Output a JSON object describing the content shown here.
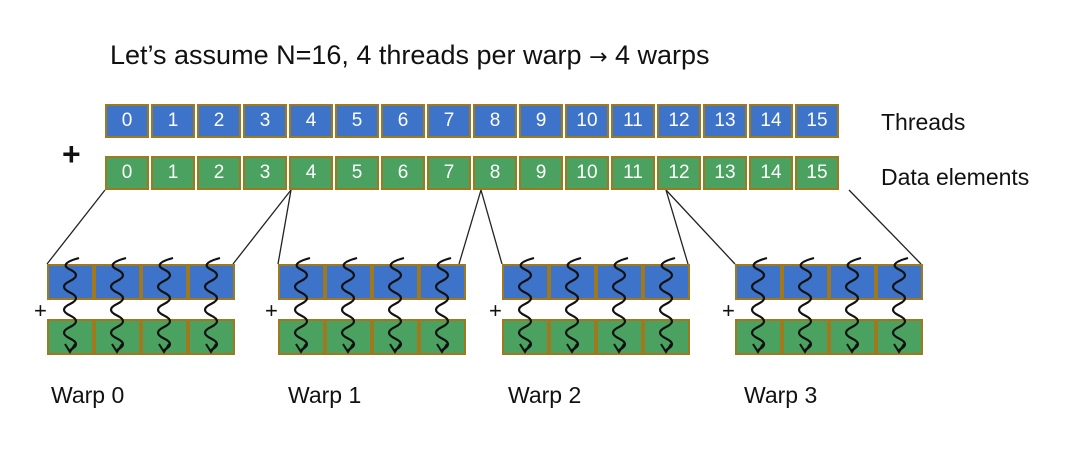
{
  "title": {
    "before": "Let’s assume N=16, 4 threads per warp",
    "arrow": "→",
    "after": "4 warps"
  },
  "threads_row": {
    "label": "Threads",
    "cells": [
      "0",
      "1",
      "2",
      "3",
      "4",
      "5",
      "6",
      "7",
      "8",
      "9",
      "10",
      "11",
      "12",
      "13",
      "14",
      "15"
    ]
  },
  "data_row": {
    "label": "Data elements",
    "cells": [
      "0",
      "1",
      "2",
      "3",
      "4",
      "5",
      "6",
      "7",
      "8",
      "9",
      "10",
      "11",
      "12",
      "13",
      "14",
      "15"
    ]
  },
  "plus_sign": "+",
  "warps": [
    {
      "label": "Warp 0",
      "plus": "+"
    },
    {
      "label": "Warp 1",
      "plus": "+"
    },
    {
      "label": "Warp 2",
      "plus": "+"
    },
    {
      "label": "Warp 3",
      "plus": "+"
    }
  ],
  "colors": {
    "thread_fill": "#3d73c9",
    "data_fill": "#4aa160",
    "cell_border": "#a0781e",
    "thread_squiggle": "#111111"
  }
}
